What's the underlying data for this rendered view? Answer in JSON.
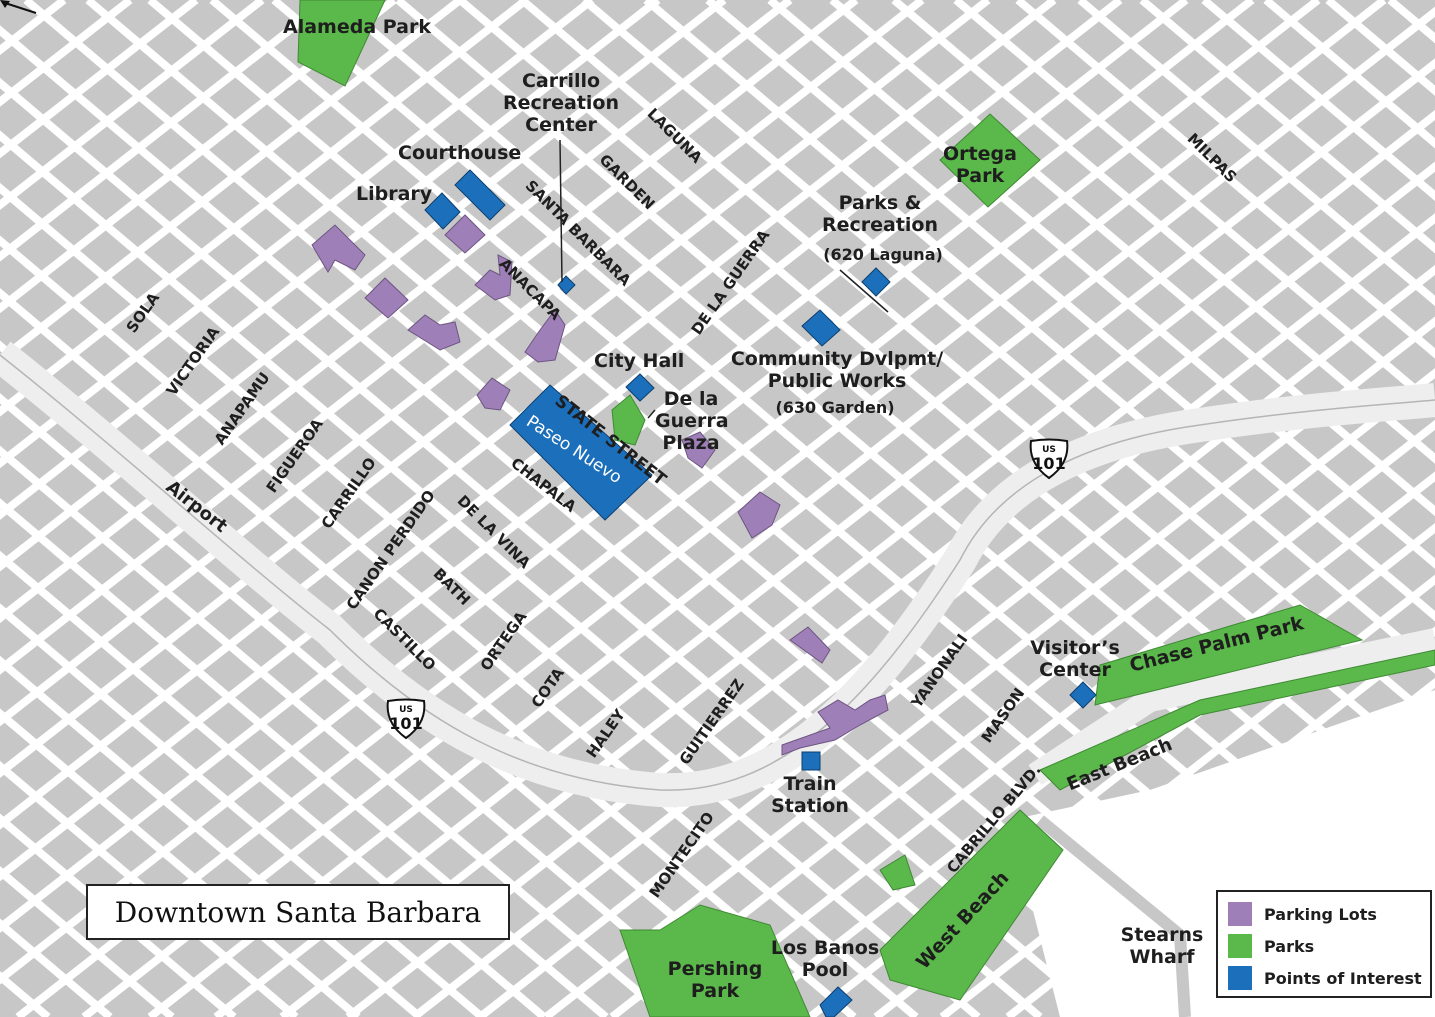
{
  "title": "Downtown Santa Barbara",
  "colors": {
    "background": "#c7c7c7",
    "streets": "#ffffff",
    "parking": "#9f7fb8",
    "parks": "#5bb84a",
    "poi": "#1c6fba",
    "water": "#ffffff"
  },
  "legend": [
    {
      "label": "Parking Lots",
      "color": "#9f7fb8"
    },
    {
      "label": "Parks",
      "color": "#5bb84a"
    },
    {
      "label": "Points of Interest",
      "color": "#1c6fba"
    }
  ],
  "highway": {
    "us": "US",
    "number": "101"
  },
  "parks": {
    "alameda": "Alameda Park",
    "ortega": "Ortega Park",
    "chase_palm": "Chase Palm Park",
    "west_beach": "West Beach",
    "pershing": "Pershing Park"
  },
  "poi": {
    "carrillo_rec": "Carrillo Recreation Center",
    "courthouse": "Courthouse",
    "library": "Library",
    "parks_rec": "Parks & Recreation",
    "parks_rec_addr": "(620 Laguna)",
    "city_hall": "City Hall",
    "de_la_guerra_plaza": "De la Guerra Plaza",
    "community_dev": "Community Dvlpmt/ Public Works",
    "community_dev_addr": "(630 Garden)",
    "paseo_nuevo": "Paseo Nuevo",
    "visitors_center": "Visitor’s Center",
    "train_station": "Train Station",
    "los_banos": "Los Banos Pool",
    "stearns_wharf": "Stearns Wharf",
    "airport": "Airport"
  },
  "streets": {
    "laguna": "LAGUNA",
    "garden": "GARDEN",
    "santa_barbara": "SANTA BARBARA",
    "anacapa": "ANACAPA",
    "de_la_guerra": "DE LA GUERRA",
    "milpas": "MILPAS",
    "sola": "SOLA",
    "victoria": "VICTORIA",
    "anapamu": "ANAPAMU",
    "figueroa": "FIGUEROA",
    "carrillo": "CARRILLO",
    "canon_perdido": "CANON PERDIDO",
    "de_la_vina": "DE LA VINA",
    "bath": "BATH",
    "castillo": "CASTILLO",
    "ortega": "ORTEGA",
    "cota": "COTA",
    "haley": "HALEY",
    "guitierez": "GUITIERREZ",
    "state": "STATE STREET",
    "chapala": "CHAPALA",
    "yanonali": "YANONALI",
    "mason": "MASON",
    "cabrillo": "CABRILLO BLVD.",
    "east_beach": "East Beach",
    "montecito": "MONTECITO"
  }
}
